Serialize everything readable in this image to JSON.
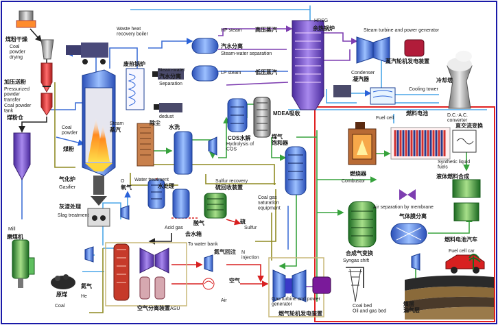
{
  "colors": {
    "background": "#ffffff",
    "frame_border": "#1a1aa8",
    "fuel_cell_box": "#e02020",
    "equipment_blue": "#3e6fd6",
    "light_blue_pipe": "#4aa6e8",
    "green_pipe": "#36a23c",
    "olive_pipe": "#8f8a22",
    "purple_pipe": "#7d3db0",
    "red_pipe": "#d82020",
    "dark_pipe": "#222233",
    "sulfur_pipe": "#c03030"
  },
  "labels": {
    "coal_powder_drying_zh": "煤粉干燥",
    "coal_powder_drying_en": "Coal\npowder\ndrying",
    "pressurized_transfer_zh": "加压送粉",
    "pressurized_transfer_en": "Pressurized\npowder\ntransfer",
    "powder_tank_en": "Coal powder\ntank",
    "powder_tank_zh": "煤粉仓",
    "coal_powder_en": "Coal\npowder",
    "coal_powder_zh": "煤粉",
    "steam_en": "Steam",
    "steam_zh": "蒸汽",
    "gasifier_zh": "气化炉",
    "gasifier_en": "Gasifier",
    "o2_en": "O",
    "o2_zh": "氧气",
    "slag_treatment_zh": "灰渣处理",
    "slag_treatment_en": "Slag treatment",
    "mill_en": "Mill",
    "mill_zh": "磨煤机",
    "raw_coal_zh": "原煤",
    "coal_en": "Coal",
    "n2_zh": "氮气",
    "he_en": "He",
    "waste_heat_boiler_en": "Waste heat\nrecovery boiler",
    "waste_heat_boiler_zh": "废热锅炉",
    "sw_sep_small_en": "Steam-water",
    "sw_sep_small_zh": "汽水分离",
    "separation_en": "Separation",
    "hp_steam_en": "HP steam",
    "hp_steam_zh": "高压蒸汽",
    "lp_steam_en": "LP steam",
    "lp_steam_zh": "低压蒸汽",
    "sw_sep_top_zh": "汽水分离",
    "sw_sep_top_en": "Steam-water separation",
    "hrsg_en": "HRSG",
    "hrsg_zh": "余热锅炉",
    "st_gen_en": "Steam turbine and power generator",
    "st_gen_zh": "蒸汽轮机发电装置",
    "condenser_en": "Condenser",
    "condenser_zh": "凝汽器",
    "cooling_tower_zh": "冷却塔",
    "cooling_tower_en": "Cooling tower",
    "dedust_en": "dedust",
    "dedust_zh": "除尘",
    "water_wash_zh": "水洗",
    "water_treatment_en": "Water treatment",
    "water_treatment_zh": "水处理",
    "cos_zh": "COS水解",
    "cos_en": "Hydrolysis of\nCOS",
    "mdea_zh": "MDEA吸收",
    "coal_gas_zh": "煤气\n饱和器",
    "coal_gas_en": "Coal gas\nsaturation\nequipment",
    "sulfur_recovery_en": "Sulfur recovery",
    "sulfur_recovery_zh": "硫回收装置",
    "acid_gas_en": "Acid gas",
    "acid_gas_zh": "酸气",
    "sulfur_zh": "硫",
    "sulfur_en": "Sulfur",
    "to_water_box_zh": "去水箱",
    "to_water_bank_en": "To water bank",
    "n2_return_zh": "氮气回注",
    "n2_injection_en": "N\ninjection",
    "air_zh": "空气",
    "air_en": "Air",
    "asu_zh": "空气分离装置",
    "asu_en": "ASU",
    "gas_turbine_en": "Gas turbine and power\ngenerator",
    "gas_turbine_zh": "燃气轮机发电装置",
    "coal_bed_en": "Coal bed\nOil and gas bed",
    "coal_bed_zh": "煤层\n油气层",
    "fuel_cell_zh": "燃料电池",
    "fuel_cell_en": "Fuel cell",
    "dc_ac_en": "D.C.-A.C.\nconverter",
    "dc_ac_zh": "直交流变换",
    "combustor_zh": "燃烧器",
    "combustor_en": "Combustor",
    "synthetic_fuels_en": "Synthetic liquid\nfuels",
    "synthetic_fuels_zh": "液体燃料合成",
    "air_sep_membrane_en": "Air separation by membrane",
    "air_sep_membrane_zh": "气体膜分离",
    "syngas_shift_zh": "合成气变换",
    "syngas_shift_en": "Syngas shift",
    "fuel_cell_car_zh": "燃料电池汽车",
    "fuel_cell_car_en": "Fuel cell car"
  }
}
